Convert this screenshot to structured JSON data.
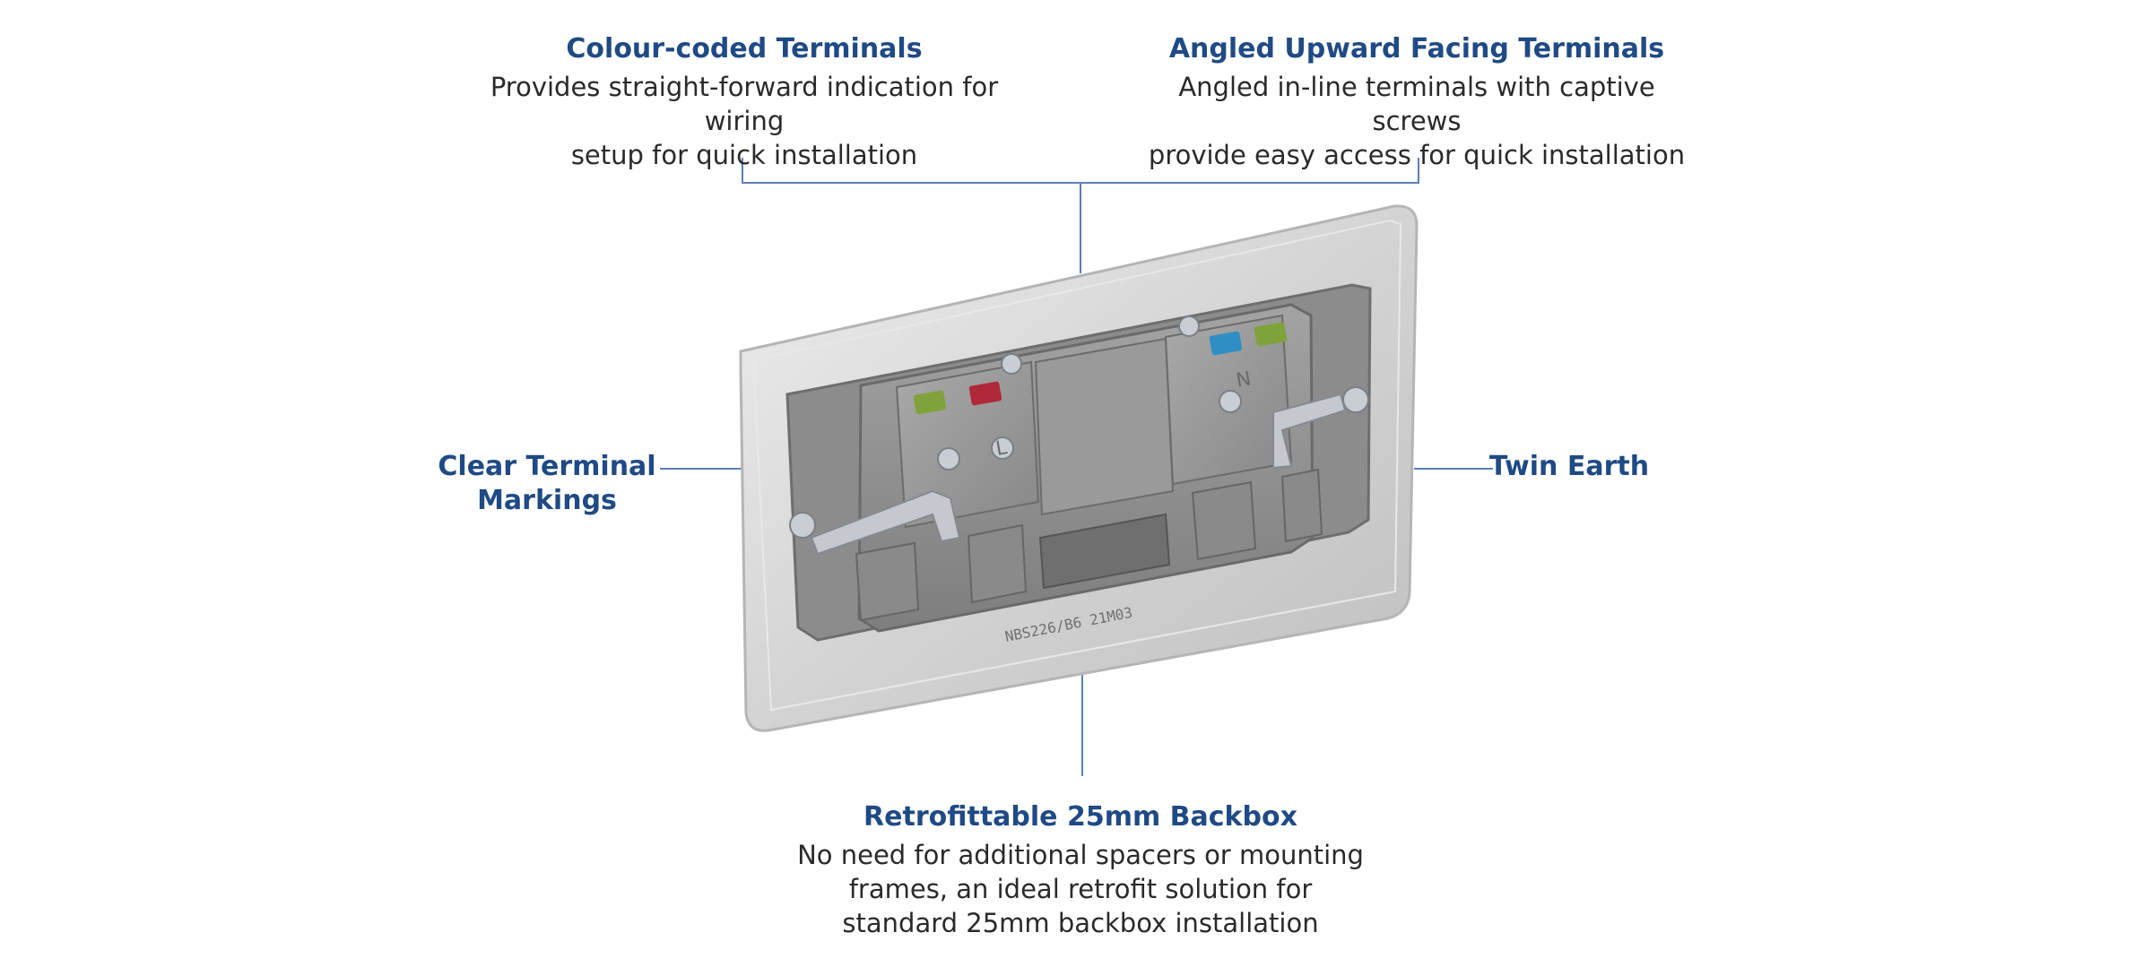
{
  "colors": {
    "heading": "#1f4a85",
    "body_text": "#2a2a2a",
    "leader_line": "#5b80b8",
    "plate": "#d9d9d9",
    "housing": "#8f8f8f",
    "terminal_earth": "#7fa23a",
    "terminal_live": "#b0283a",
    "terminal_neutral": "#2f8fc4",
    "screw": "#c9ced4"
  },
  "callouts": {
    "colour_coded": {
      "title": "Colour-coded Terminals",
      "description": "Provides straight-forward indication for wiring\nsetup for quick installation"
    },
    "angled_upward": {
      "title": "Angled Upward Facing Terminals",
      "description": "Angled in-line terminals with captive screws\nprovide easy access for quick installation"
    },
    "clear_markings": {
      "title": "Clear Terminal\nMarkings"
    },
    "twin_earth": {
      "title": "Twin Earth"
    },
    "retrofittable": {
      "title": "Retrofittable 25mm Backbox",
      "description": "No need for additional spacers or mounting\nframes, an ideal retrofit solution for\nstandard 25mm backbox installation"
    }
  },
  "product": {
    "model_marking": "NBS226/B6 21M03",
    "terminal_letters": [
      "L",
      "N"
    ],
    "icon": "double-socket-rear-view"
  }
}
